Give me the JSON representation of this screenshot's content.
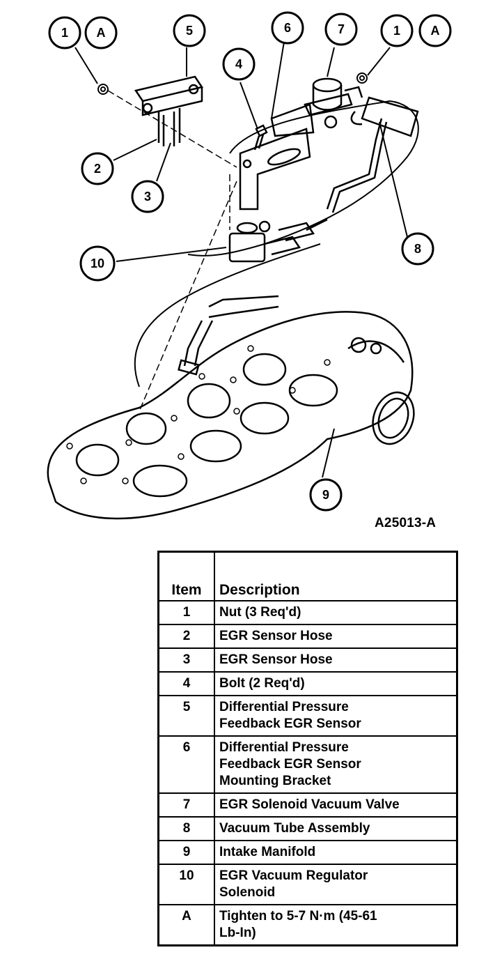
{
  "figure_id": "A25013-A",
  "callouts": {
    "c1a": "1",
    "c1a_ref": "A",
    "c5": "5",
    "c6": "6",
    "c7": "7",
    "c1b": "1",
    "c1b_ref": "A",
    "c4": "4",
    "c2": "2",
    "c3": "3",
    "c10": "10",
    "c8": "8",
    "c9": "9"
  },
  "table": {
    "headers": {
      "item": "Item",
      "description": "Description"
    },
    "rows": [
      {
        "item": "1",
        "lines": [
          "Nut  (3 Req'd)"
        ]
      },
      {
        "item": "2",
        "lines": [
          "EGR Sensor Hose"
        ]
      },
      {
        "item": "3",
        "lines": [
          "EGR Sensor Hose"
        ]
      },
      {
        "item": "4",
        "lines": [
          "Bolt  (2 Req'd)"
        ]
      },
      {
        "item": "5",
        "lines": [
          "Differential Pressure",
          "Feedback EGR Sensor"
        ]
      },
      {
        "item": "6",
        "lines": [
          "Differential Pressure",
          "Feedback EGR Sensor",
          "Mounting Bracket"
        ]
      },
      {
        "item": "7",
        "lines": [
          "EGR Solenoid Vacuum Valve"
        ]
      },
      {
        "item": "8",
        "lines": [
          "Vacuum Tube Assembly"
        ]
      },
      {
        "item": "9",
        "lines": [
          "Intake Manifold"
        ]
      },
      {
        "item": "10",
        "lines": [
          "EGR Vacuum Regulator",
          "Solenoid"
        ]
      },
      {
        "item": "A",
        "lines": [
          "Tighten to 5-7 N·m (45-61",
          "Lb-In)"
        ]
      }
    ]
  }
}
